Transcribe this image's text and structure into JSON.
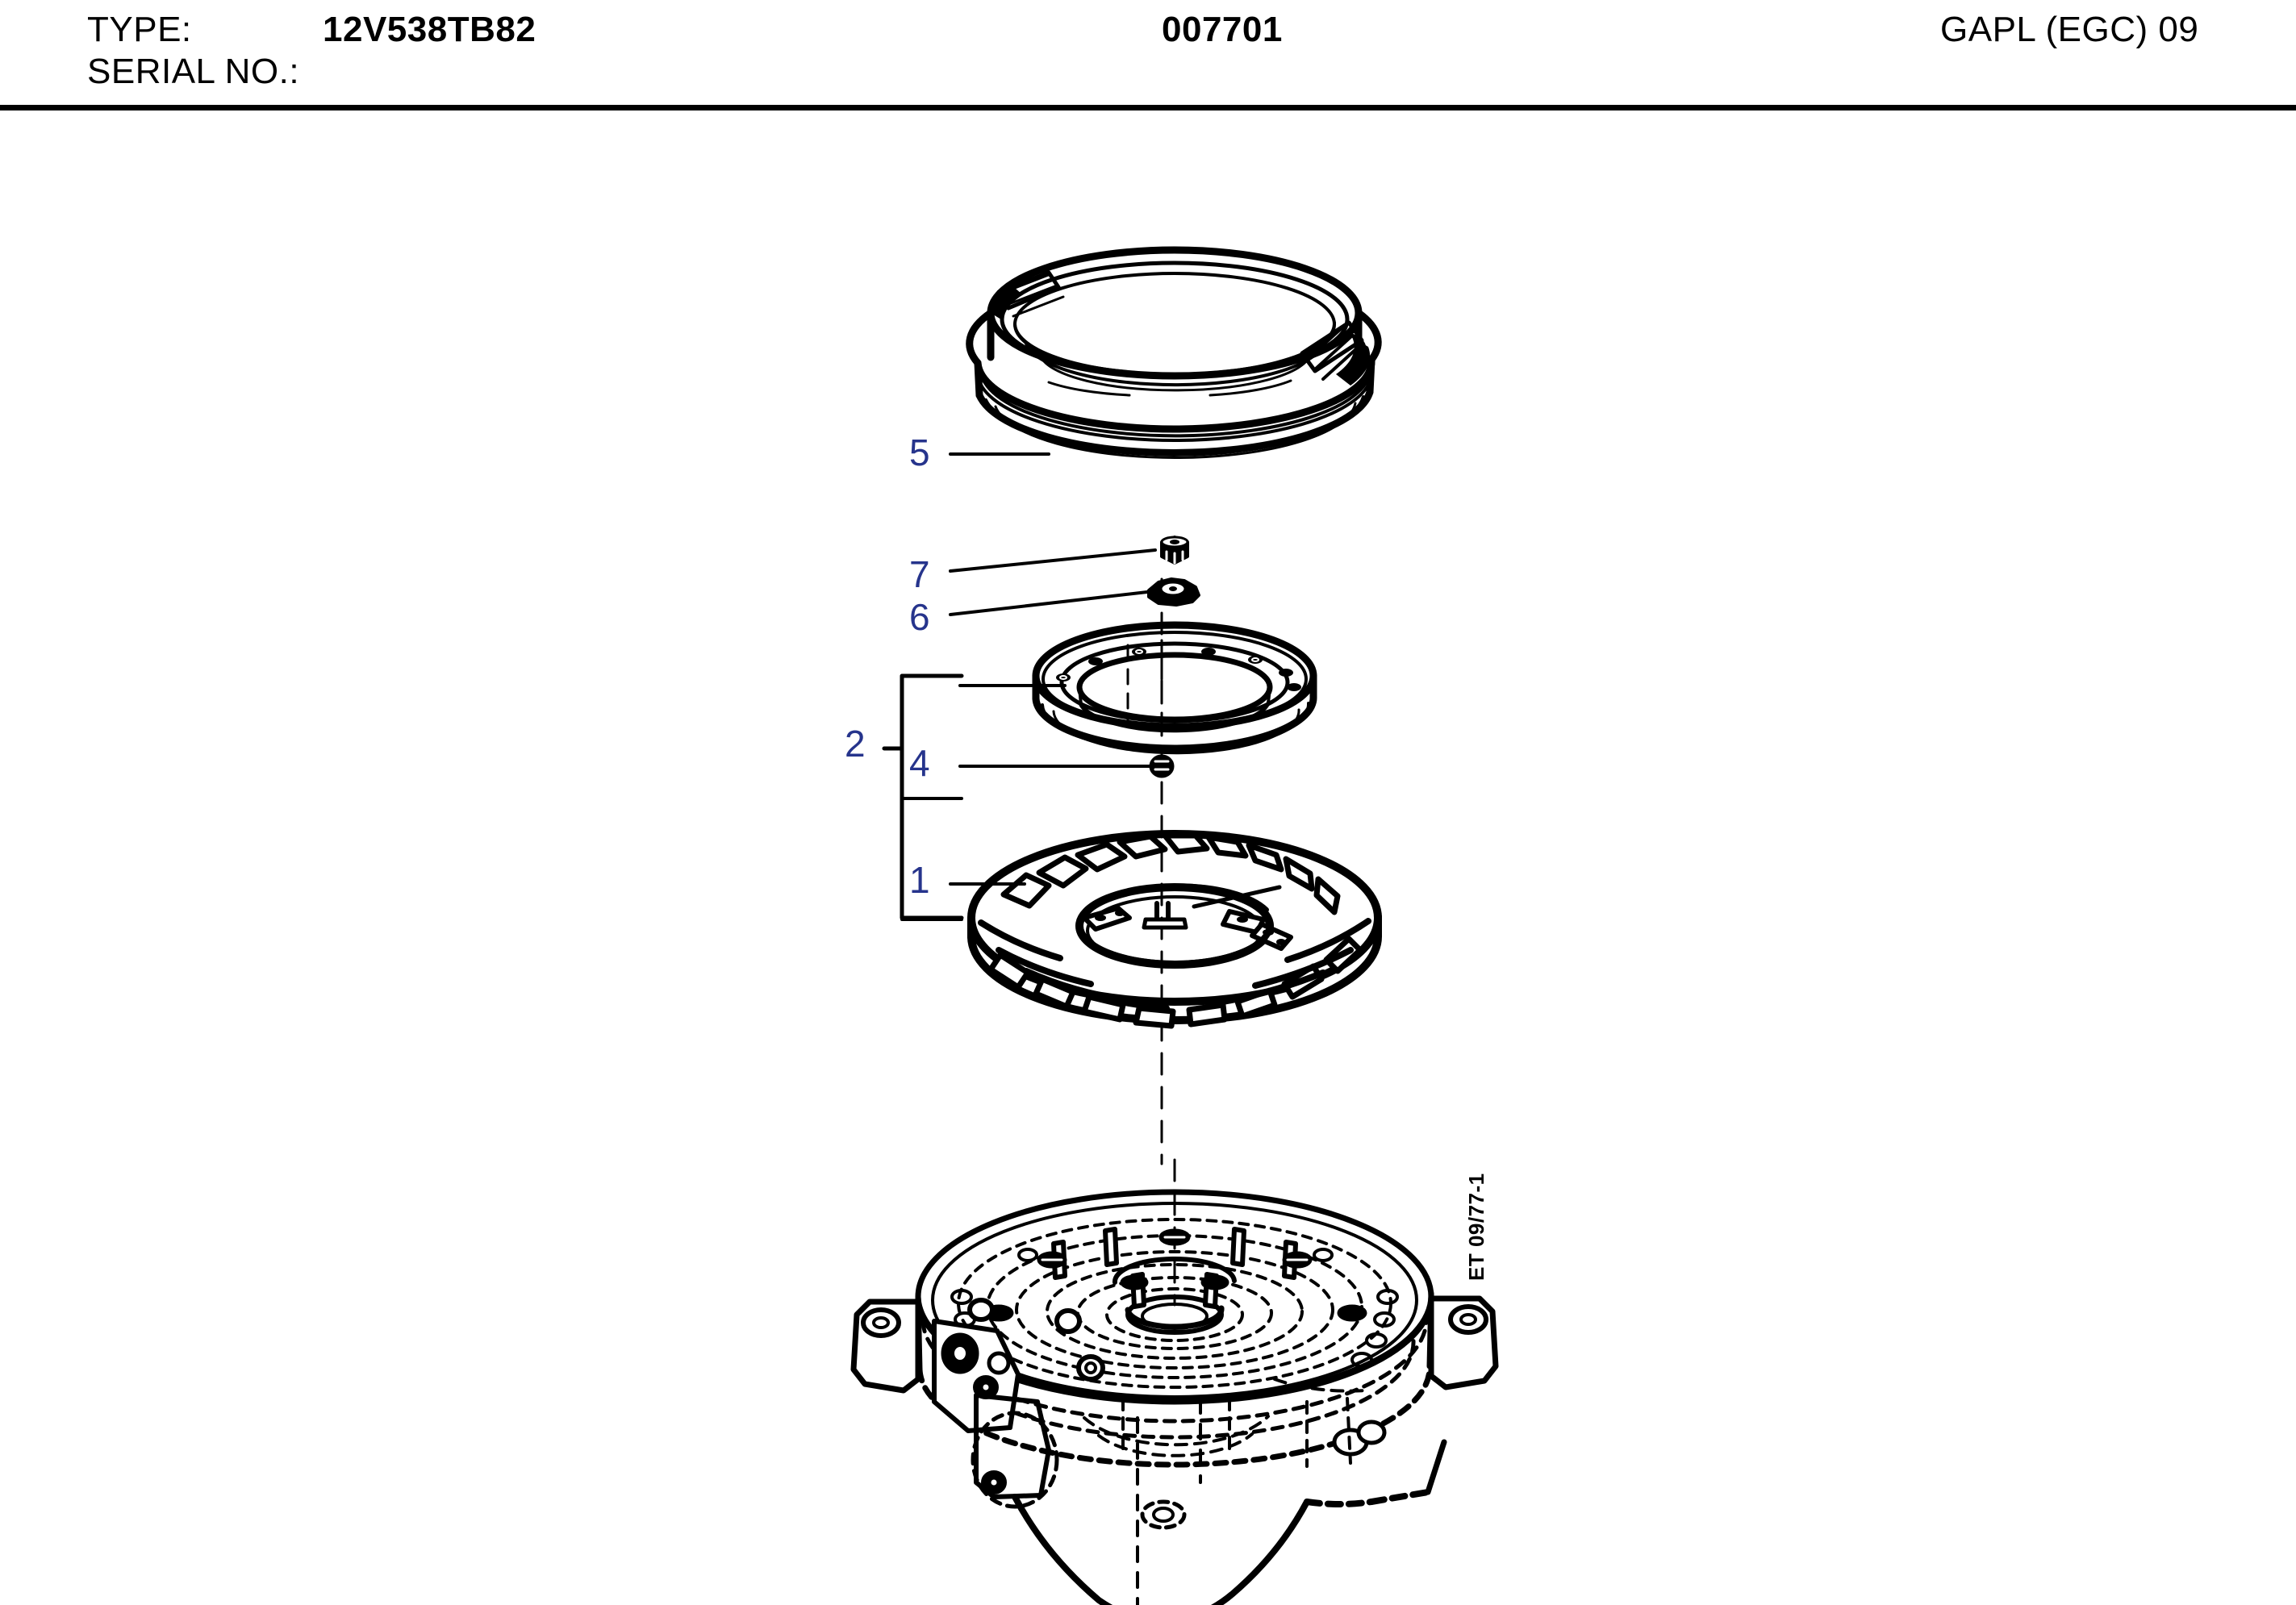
{
  "header": {
    "type_label": "TYPE:",
    "type_value": "12V538TB82",
    "serial_label": "SERIAL NO.:",
    "serial_value": "",
    "drawing_number": "007701",
    "group_code": "GAPL (EGC)  09"
  },
  "drawing": {
    "sheet_code": "ET 09/77-1",
    "callout_color": "#26348c",
    "line_color": "#000000",
    "background": "#ffffff",
    "callouts": [
      {
        "id": "5",
        "label": "5",
        "part": "spacer-ring-sleeve"
      },
      {
        "id": "7",
        "label": "7",
        "part": "hex-nut"
      },
      {
        "id": "6",
        "label": "6",
        "part": "lock-washer"
      },
      {
        "id": "2",
        "label": "2",
        "part": "nozzle-ring-assembly-bracket"
      },
      {
        "id": "4",
        "label": "4",
        "part": "stud-bolt"
      },
      {
        "id": "1",
        "label": "1",
        "part": "diffuser-vane-ring"
      }
    ]
  }
}
